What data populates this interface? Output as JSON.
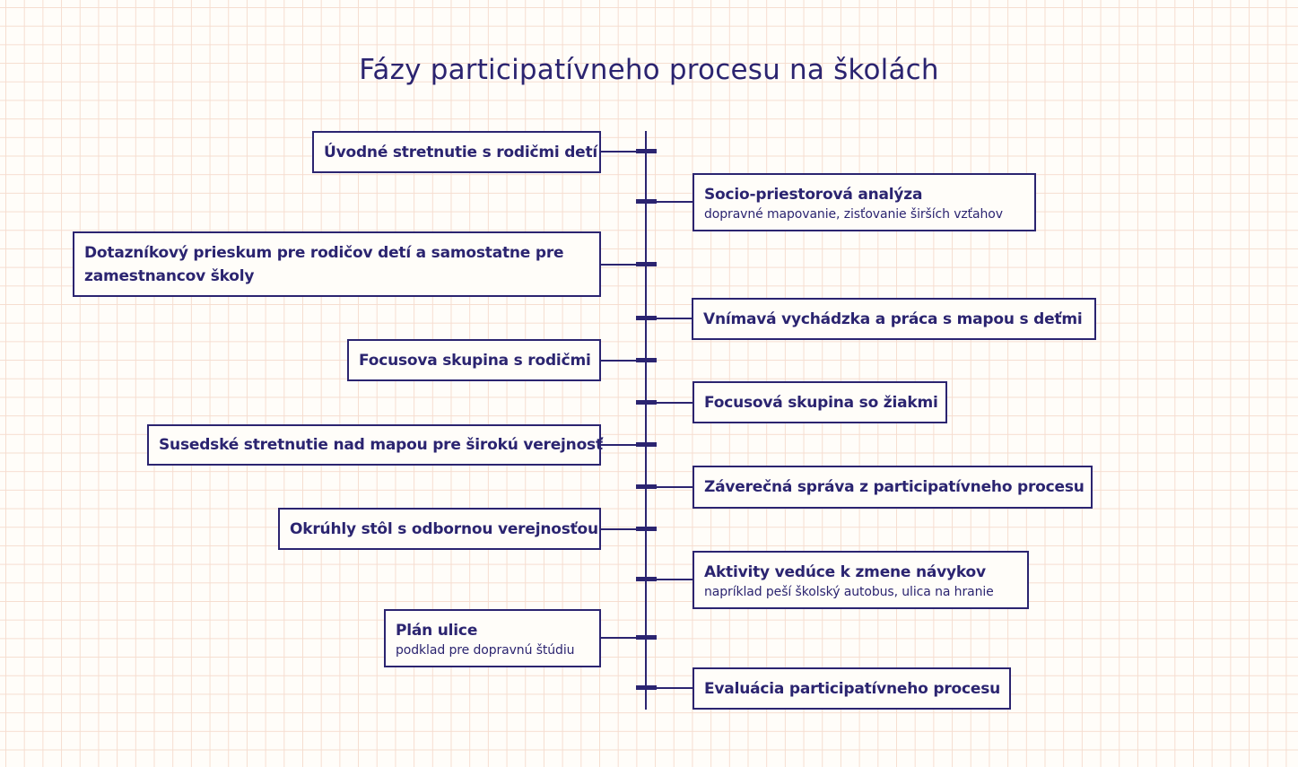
{
  "title": "Fázy participatívneho procesu na školách",
  "phases": [
    {
      "label": "Úvodné stretnutie s rodičmi detí",
      "sub": "",
      "side": "left"
    },
    {
      "label": "Socio-priestorová analýza",
      "sub": "dopravné mapovanie, zisťovanie širších vzťahov",
      "side": "right"
    },
    {
      "label": "Dotazníkový prieskum pre rodičov detí a samostatne pre zamestnancov školy",
      "sub": "",
      "side": "left"
    },
    {
      "label": "Vnímavá vychádzka a práca s mapou s deťmi",
      "sub": "",
      "side": "right"
    },
    {
      "label": "Focusova skupina s rodičmi",
      "sub": "",
      "side": "left"
    },
    {
      "label": "Focusová skupina so žiakmi",
      "sub": "",
      "side": "right"
    },
    {
      "label": "Susedské stretnutie nad mapou pre širokú verejnosť",
      "sub": "",
      "side": "left"
    },
    {
      "label": "Záverečná správa z participatívneho procesu",
      "sub": "",
      "side": "right"
    },
    {
      "label": "Okrúhly stôl s odbornou verejnosťou",
      "sub": "",
      "side": "left"
    },
    {
      "label": "Aktivity vedúce k zmene návykov",
      "sub": "napríklad peší školský autobus, ulica na hranie",
      "side": "right"
    },
    {
      "label": "Plán ulice",
      "sub": "podklad pre dopravnú štúdiu",
      "side": "left"
    },
    {
      "label": "Evaluácia participatívneho procesu",
      "sub": "",
      "side": "right"
    }
  ],
  "colors": {
    "ink": "#2b2470",
    "background": "#fffdf9",
    "grid": "#f6ddd0"
  }
}
